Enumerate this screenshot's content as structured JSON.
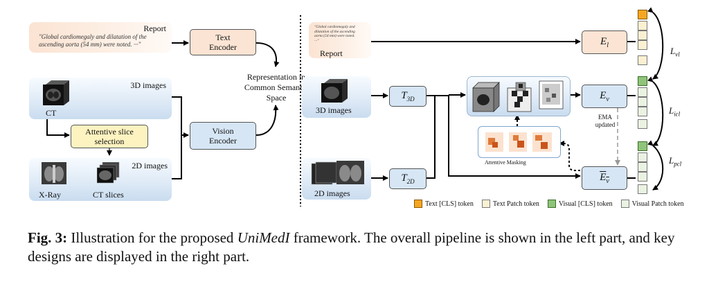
{
  "left": {
    "report_label": "Report",
    "report_text": "\"Global cardiomegaly and dilatation of the ascending aorta (54 mm) were noted. ···\"",
    "text_encoder": "Text Encoder",
    "images_3d_label": "3D  images",
    "ct_label": "CT",
    "attentive_slice": "Attentive slice selection",
    "images_2d_label": "2D images",
    "xray_label": "X-Ray",
    "ct_slices_label": "CT slices",
    "vision_encoder": "Vision Encoder",
    "representation": "Representation in Common Semantic Space"
  },
  "right": {
    "report_text": "\"Global cardiomegaly and dilatation of the ascending aorta (54 mm) were noted. ···\"",
    "report_label": "Report",
    "images_3d_label": "3D images",
    "images_2d_label": "2D images",
    "t3d": "T",
    "t3d_sub": "3D",
    "t2d": "T",
    "t2d_sub": "2D",
    "el": "E",
    "el_sub": "l",
    "ev": "E",
    "ev_sub": "v",
    "evbar": "E",
    "evbar_sub": "v",
    "ema": "EMA updated",
    "attentive_masking": "Attentive Masking",
    "l_vl": "L",
    "l_vl_sub": "vl",
    "l_icl": "L",
    "l_icl_sub": "icl",
    "l_pcl": "L",
    "l_pcl_sub": "pcl"
  },
  "legend": [
    {
      "label": "Text [CLS] token",
      "color": "#f5a623"
    },
    {
      "label": "Text Patch token",
      "color": "#fbf0d2"
    },
    {
      "label": "Visual [CLS]  token",
      "color": "#8fc47a"
    },
    {
      "label": "Visual Patch token",
      "color": "#eaf2e2"
    }
  ],
  "caption": {
    "fig_label": "Fig. 3:",
    "text_before": " Illustration for the proposed ",
    "name": "UniMedI",
    "text_after": " framework. The overall pipeline is shown in the left part, and key designs are displayed in the right part."
  }
}
